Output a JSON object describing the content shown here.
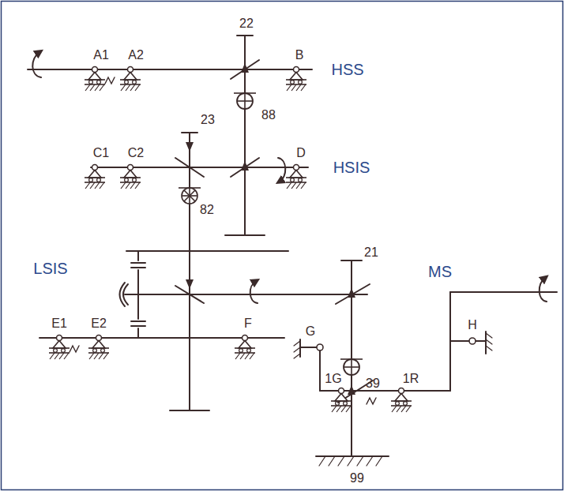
{
  "diagram": {
    "labels": [
      "A1",
      "A2",
      "B",
      "22",
      "88",
      "HSS",
      "C1",
      "C2",
      "23",
      "82",
      "D",
      "HSIS",
      "LSIS",
      "21",
      "MS",
      "39",
      "E1",
      "E2",
      "F",
      "G",
      "1G",
      "1R",
      "H",
      "99"
    ]
  }
}
